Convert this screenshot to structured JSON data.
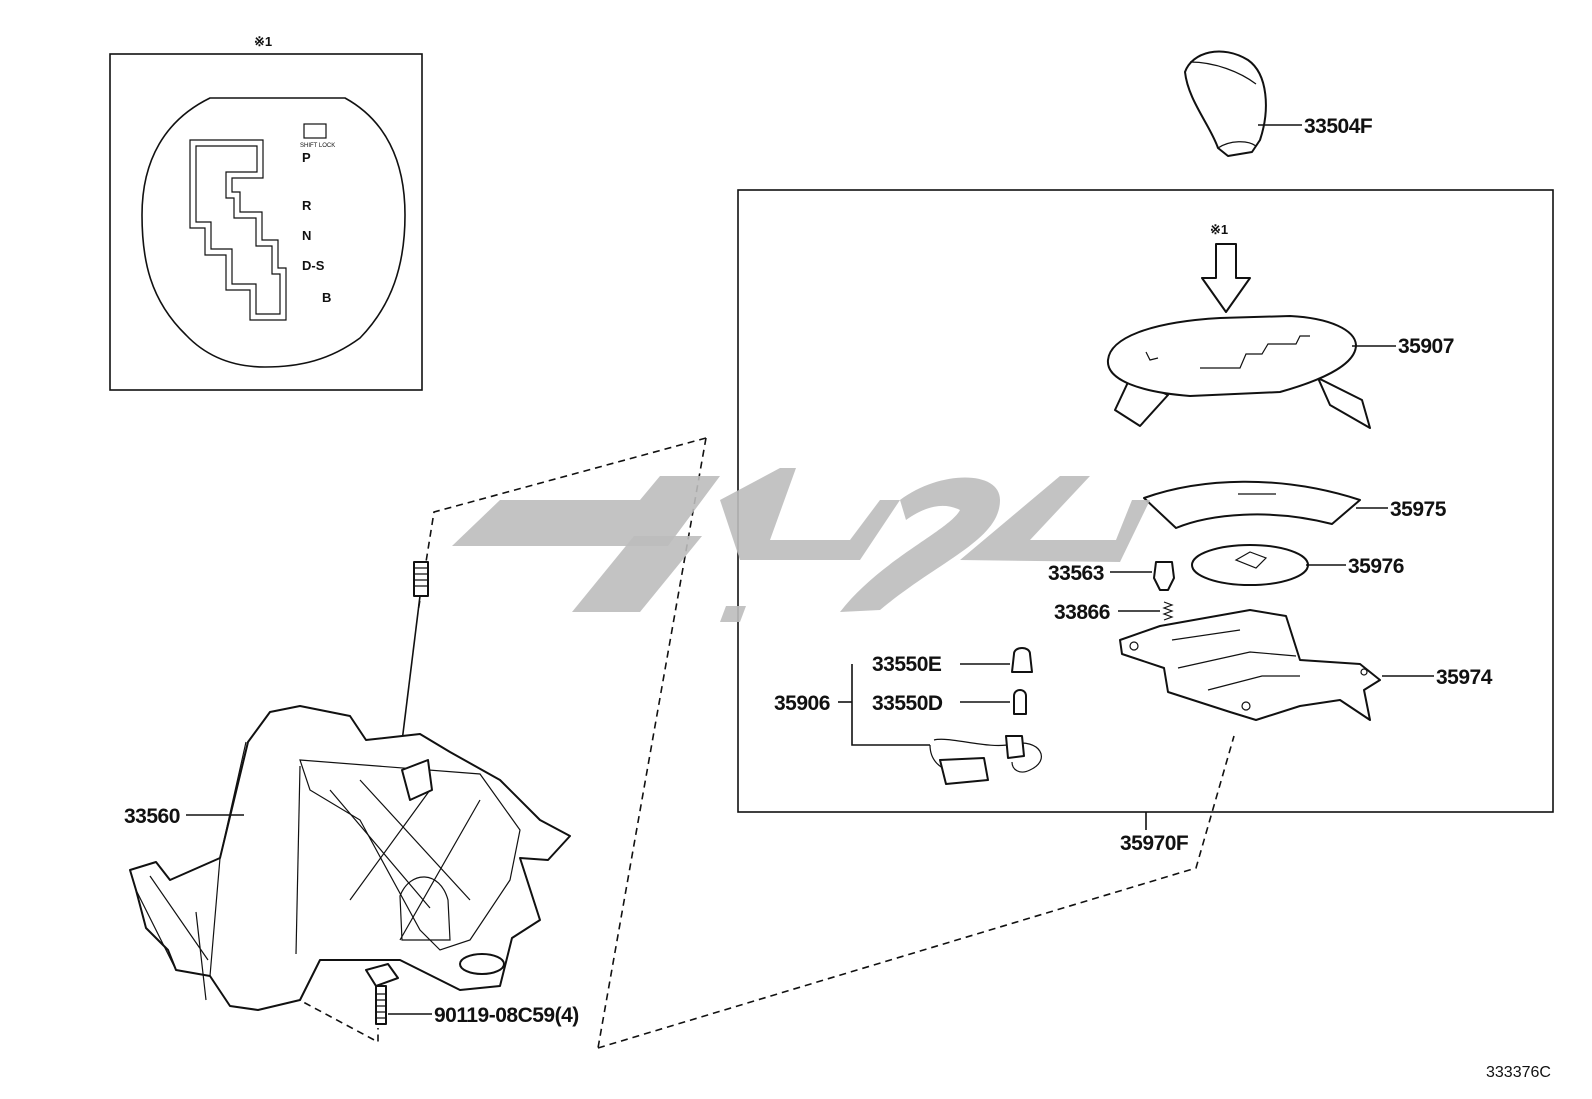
{
  "diagram": {
    "inset": {
      "note": "※1",
      "gate_positions": [
        "P",
        "R",
        "N",
        "D-S",
        "B"
      ],
      "shift_lock_label": "SHIFT LOCK"
    },
    "arrow_note": "※1",
    "labels": {
      "knob": "33504F",
      "cover": "35907",
      "plate": "35975",
      "slider": "35976",
      "clip": "33563",
      "spring": "33866",
      "bulb_e": "33550E",
      "bulb_d": "33550D",
      "socket_wire": "35906",
      "housing_base": "35974",
      "assembly": "35970F",
      "shift_lever": "33560",
      "bolt": "90119-08C59(4)"
    },
    "figure_id": "333376C"
  }
}
